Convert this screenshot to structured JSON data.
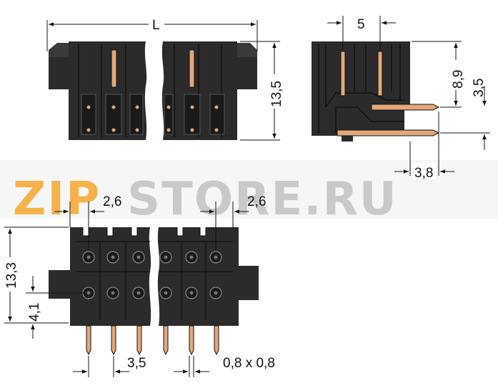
{
  "watermark": {
    "text_orange": "ZIP",
    "text_grey": "STORE.RU",
    "color_orange": "#f6b24a",
    "color_grey": "#c9c9c9"
  },
  "colors": {
    "housing": "#2b2b2b",
    "housing_dark": "#1a1a1a",
    "pin": "#e3a87a",
    "line": "#111111"
  },
  "top_view": {
    "length_label": "L",
    "height_label": "13,5"
  },
  "side_view": {
    "pitch_label": "5",
    "height_label": "8,9",
    "pin_height_label": "3,5",
    "pin_length_label": "3,8"
  },
  "bottom_view": {
    "left_offset_label": "2,6",
    "right_offset_label": "2,6",
    "height_label": "13,3",
    "row_height_label": "4,1",
    "pitch_label": "3,5",
    "pin_size_label": "0,8 x 0,8"
  }
}
